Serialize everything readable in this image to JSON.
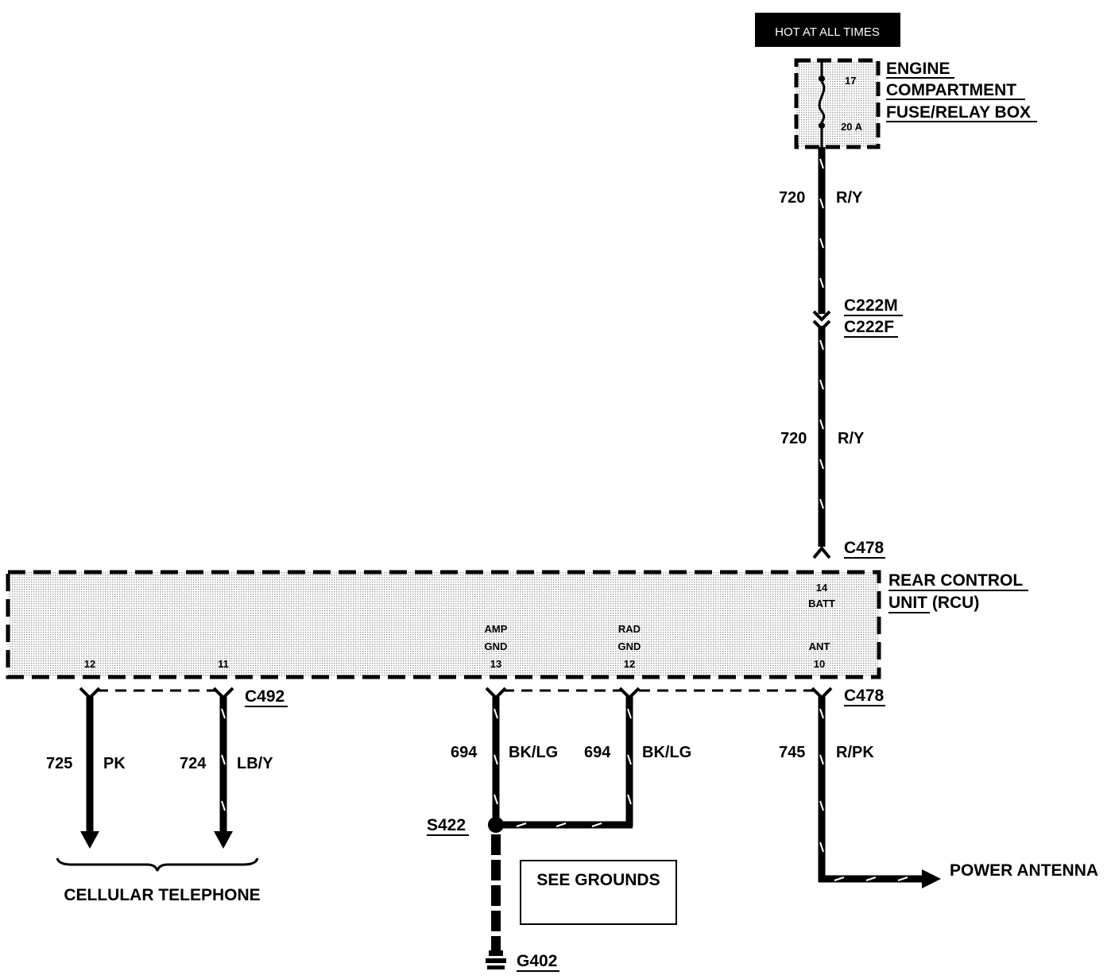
{
  "header": {
    "power_label": "HOT AT ALL TIMES"
  },
  "fuse_box": {
    "name_line1": "ENGINE",
    "name_line2": "COMPARTMENT",
    "name_line3": "FUSE/RELAY BOX",
    "fuse_number": "17",
    "fuse_rating": "20 A"
  },
  "wires": {
    "w720_upper": {
      "circuit": "720",
      "color": "R/Y"
    },
    "w720_lower": {
      "circuit": "720",
      "color": "R/Y"
    },
    "w725": {
      "circuit": "725",
      "color": "PK"
    },
    "w724": {
      "circuit": "724",
      "color": "LB/Y"
    },
    "w694_left": {
      "circuit": "694",
      "color": "BK/LG"
    },
    "w694_right": {
      "circuit": "694",
      "color": "BK/LG"
    },
    "w745": {
      "circuit": "745",
      "color": "R/PK"
    }
  },
  "connectors": {
    "c222m": "C222M",
    "c222f": "C222F",
    "c478_top": "C478",
    "c478_bottom": "C478",
    "c492": "C492"
  },
  "rcu": {
    "name_line1": "REAR CONTROL",
    "name_line2": "UNIT (RCU)",
    "pins": {
      "batt_num": "14",
      "batt_name": "BATT",
      "ant_name": "ANT",
      "ant_num": "10",
      "amp_line1": "AMP",
      "amp_line2": "GND",
      "amp_num": "13",
      "rad_line1": "RAD",
      "rad_line2": "GND",
      "rad_num": "12",
      "cell1_num": "12",
      "cell2_num": "11"
    }
  },
  "splice": "S422",
  "ground": "G402",
  "see_grounds": "SEE GROUNDS",
  "destinations": {
    "cellular": "CELLULAR TELEPHONE",
    "power_antenna": "POWER ANTENNA"
  }
}
